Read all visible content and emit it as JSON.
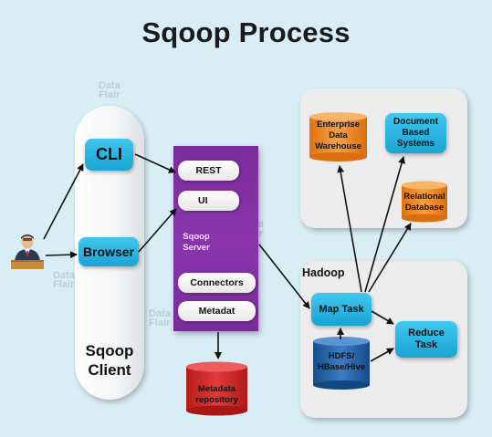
{
  "title": "Sqoop Process",
  "watermark": {
    "line1": "Data",
    "line2": "Flair"
  },
  "client": {
    "label_line1": "Sqoop",
    "label_line2": "Client",
    "cli": "CLI",
    "browser": "Browser"
  },
  "server": {
    "label_line1": "Sqoop",
    "label_line2": "Server",
    "rest": "REST",
    "ui": "UI",
    "connectors": "Connectors",
    "metadata": "Metadat"
  },
  "metadata_repo": {
    "line1": "Metadata",
    "line2": "repository"
  },
  "targets": {
    "edw": [
      "Enterprise",
      "Data",
      "Warehouse"
    ],
    "docdb": [
      "Document",
      "Based",
      "Systems"
    ],
    "reldb": [
      "Relational",
      "Database"
    ]
  },
  "hadoop": {
    "label": "Hadoop",
    "map_task": "Map Task",
    "reduce_task": [
      "Reduce",
      "Task"
    ],
    "storage": [
      "HDFS/",
      "HBase/Hive"
    ]
  },
  "colors": {
    "background": "#d9edf6",
    "server_purple": "#8b35ad",
    "cyan_box": "#1aa4d4",
    "orange_cylinder": "#f28c28",
    "red_cylinder": "#d62828",
    "blue_cylinder": "#1f5fa8"
  }
}
